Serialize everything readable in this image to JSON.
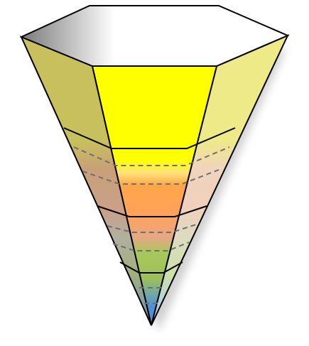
{
  "diagram": {
    "layers": [
      {
        "name": "yellow",
        "color": "#ffff00"
      },
      {
        "name": "orange",
        "color": "#ffa64a"
      },
      {
        "name": "green",
        "color": "#a7c85a"
      },
      {
        "name": "blue",
        "color": "#4e8fd6"
      }
    ],
    "colors": {
      "top_face_light": "#ffffff",
      "top_face_dark": "#7a7a7a",
      "outline": "#000000",
      "dashed_line": "#6f6f6f",
      "shadow": "#000000"
    }
  }
}
